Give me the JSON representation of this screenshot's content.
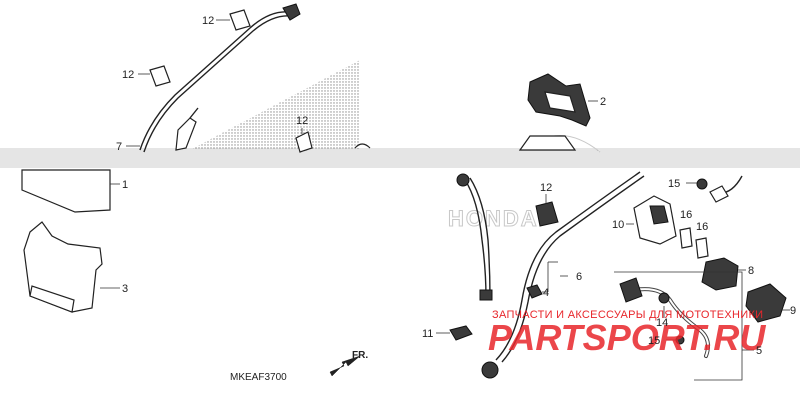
{
  "diagram": {
    "code": "MKEAF3700",
    "direction_label": "FR.",
    "watermark_brand_top": "HONDA",
    "watermark_site": "PARTSPORT.RU",
    "watermark_tagline": "ЗАПЧАСТИ И АКСЕССУАРЫ ДЛЯ МОТОТЕХНИКИ",
    "callouts": [
      "12",
      "12",
      "12",
      "12",
      "7",
      "1",
      "3",
      "2",
      "6",
      "4",
      "11",
      "15",
      "10",
      "16",
      "16",
      "14",
      "8",
      "9",
      "15",
      "5"
    ]
  }
}
